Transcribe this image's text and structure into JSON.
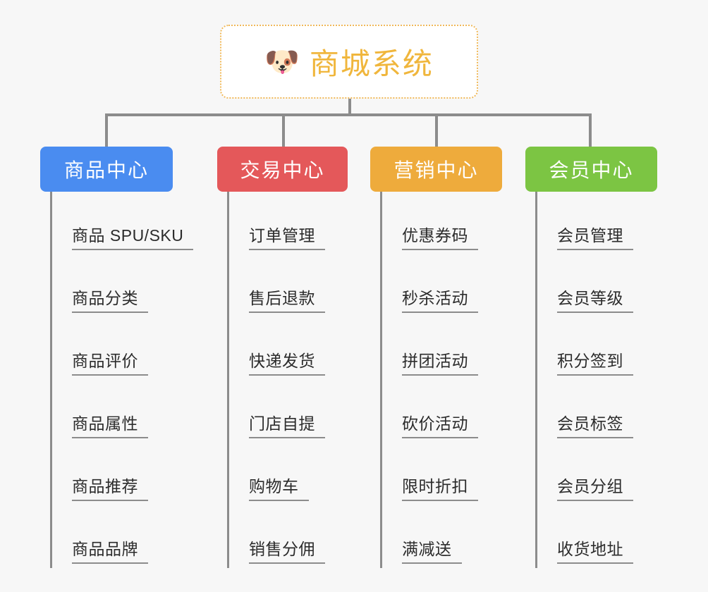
{
  "page": {
    "background_color": "#f7f7f7",
    "line_color": "#8c8c8c",
    "text_color": "#2c2c2c"
  },
  "root": {
    "icon": "🐶",
    "icon_name": "shiba-dog-face-icon",
    "title": "商城系统",
    "border_color": "#f0b95a",
    "title_color": "#f0b63c"
  },
  "branches": [
    {
      "id": "product-center",
      "label": "商品中心",
      "color": "#4a8cf0",
      "leaves": [
        {
          "label": "商品 SPU/SKU"
        },
        {
          "label": "商品分类"
        },
        {
          "label": "商品评价"
        },
        {
          "label": "商品属性"
        },
        {
          "label": "商品推荐"
        },
        {
          "label": "商品品牌"
        }
      ]
    },
    {
      "id": "trade-center",
      "label": "交易中心",
      "color": "#e4585a",
      "leaves": [
        {
          "label": "订单管理"
        },
        {
          "label": "售后退款"
        },
        {
          "label": "快递发货"
        },
        {
          "label": "门店自提"
        },
        {
          "label": "购物车"
        },
        {
          "label": "销售分佣"
        }
      ]
    },
    {
      "id": "marketing-center",
      "label": "营销中心",
      "color": "#eeab3c",
      "leaves": [
        {
          "label": "优惠券码"
        },
        {
          "label": "秒杀活动"
        },
        {
          "label": "拼团活动"
        },
        {
          "label": "砍价活动"
        },
        {
          "label": "限时折扣"
        },
        {
          "label": "满减送"
        }
      ]
    },
    {
      "id": "member-center",
      "label": "会员中心",
      "color": "#7cc543",
      "leaves": [
        {
          "label": "会员管理"
        },
        {
          "label": "会员等级"
        },
        {
          "label": "积分签到"
        },
        {
          "label": "会员标签"
        },
        {
          "label": "会员分组"
        },
        {
          "label": "收货地址"
        }
      ]
    }
  ]
}
